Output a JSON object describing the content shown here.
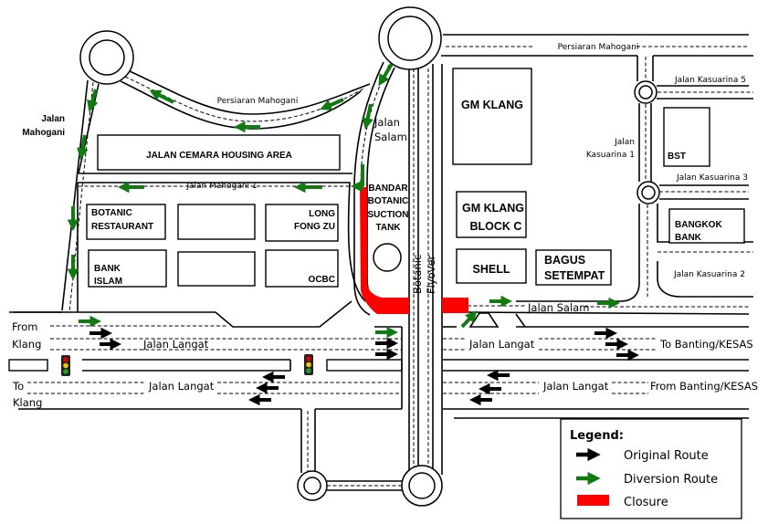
{
  "map": {
    "title": "Traffic Diversion Map - Jalan Langat / Botanic",
    "colors": {
      "original_route": "#000000",
      "diversion_route": "#117a11",
      "closure": "#ff0000"
    },
    "road_labels": {
      "persiaran_mahogani_top": "Persiaran Mahogani",
      "persiaran_mahogani_curve": "Persiaran Mahogani",
      "jalan_mahogani_1": "Jalan Mahogani",
      "jalan_mahogani_2": "",
      "jalan_mahogani_line1": "Jalan",
      "jalan_mahogani_line2": "Mahogani",
      "jalan_mahogani_one": "Jalan Mahogani 1",
      "jalan_salam_line1": "Jalan",
      "jalan_salam_line2": "Salam",
      "jalan_salam_east": "Jalan Salam",
      "jalan_kasuarina_1_line1": "Jalan",
      "jalan_kasuarina_1_line2": "Kasuarina 1",
      "jalan_kasuarina_2": "Jalan Kasuarina 2",
      "jalan_kasuarina_3": "Jalan Kasuarina 3",
      "jalan_kasuarina_5": "Jalan Kasuarina 5",
      "jalan_langat_ne": "Jalan Langat",
      "jalan_langat_nw": "Jalan Langat",
      "jalan_langat_sw": "Jalan Langat",
      "jalan_langat_se": "Jalan Langat",
      "botanic_flyover_line1": "Botanic",
      "botanic_flyover_line2": "Flyover",
      "from_klang_line1": "From",
      "from_klang_line2": "Klang",
      "to_klang_line1": "To",
      "to_klang_line2": "Klang",
      "to_banting": "To Banting/KESAS",
      "from_banting": "From Banting/KESAS"
    },
    "buildings": {
      "housing_area": "JALAN CEMARA HOUSING AREA",
      "botanic_restaurant_line1": "BOTANIC",
      "botanic_restaurant_line2": "RESTAURANT",
      "long_fong_zu_line1": "LONG",
      "long_fong_zu_line2": "FONG ZU",
      "bank_islam_line1": "BANK",
      "bank_islam_line2": "ISLAM",
      "ocbc": "OCBC",
      "suction_tank_line1": "BANDAR",
      "suction_tank_line2": "BOTANIC",
      "suction_tank_line3": "SUCTION",
      "suction_tank_line4": "TANK",
      "gm_klang": "GM KLANG",
      "gm_klang_c_line1": "GM KLANG",
      "gm_klang_c_line2": "BLOCK C",
      "shell": "SHELL",
      "bagus_line1": "BAGUS",
      "bagus_line2": "SETEMPAT",
      "bst": "BST",
      "bangkok_bank_line1": "BANGKOK",
      "bangkok_bank_line2": "BANK"
    },
    "legend": {
      "title": "Legend:",
      "items": [
        {
          "label": "Original Route",
          "type": "original"
        },
        {
          "label": "Diversion Route",
          "type": "diversion"
        },
        {
          "label": "Closure",
          "type": "closure"
        }
      ]
    }
  }
}
